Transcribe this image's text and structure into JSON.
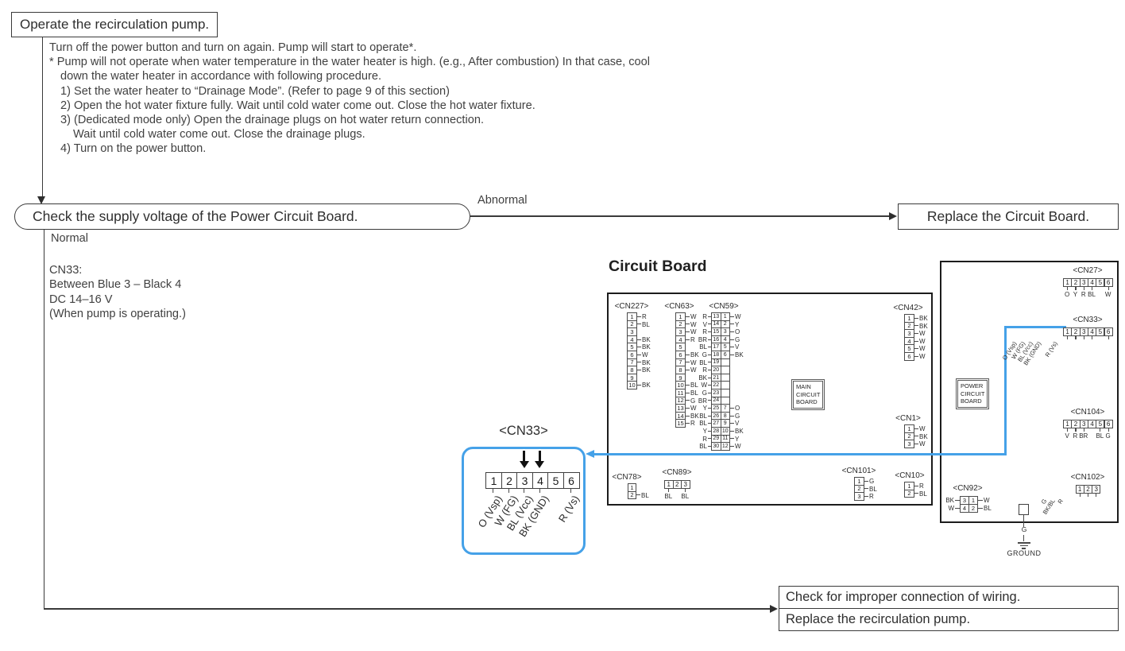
{
  "colors": {
    "accent_blue": "#45A1E8",
    "ink": "#3A3A3A"
  },
  "flowchart": {
    "start_box": "Operate the recirculation pump.",
    "procedure_lines": [
      {
        "indent": 0,
        "text": "Turn off the power button and turn on again. Pump will start to operate*."
      },
      {
        "indent": 0,
        "text": "* Pump will not operate when water temperature in the water heater is high. (e.g., After combustion) In that case, cool"
      },
      {
        "indent": 1,
        "text": "down the water heater in accordance with following procedure."
      },
      {
        "indent": 1,
        "text": "1) Set the water heater to “Drainage Mode”. (Refer to page 9 of this section)"
      },
      {
        "indent": 1,
        "text": "2) Open the hot water fixture fully. Wait until cold water come out. Close the hot water fixture."
      },
      {
        "indent": 1,
        "text": "3) (Dedicated mode only) Open the drainage plugs on hot water return connection."
      },
      {
        "indent": 2,
        "text": "Wait until cold water come out. Close the drainage plugs."
      },
      {
        "indent": 1,
        "text": "4) Turn on the power button."
      }
    ],
    "decision_box": "Check the supply voltage of the Power Circuit Board.",
    "abnormal_label": "Abnormal",
    "abnormal_result_box": "Replace the Circuit Board.",
    "normal_label": "Normal",
    "voltage_note_lines": [
      "CN33:",
      "Between Blue 3 – Black 4",
      "DC 14–16 V",
      "(When pump is operating.)"
    ],
    "normal_result_boxes": [
      "Check for improper connection of wiring.",
      "Replace the recirculation pump."
    ]
  },
  "diagram": {
    "title": "Circuit Board",
    "main_board_label": [
      "MAIN",
      "CIRCUIT",
      "BOARD"
    ],
    "power_board_label": [
      "POWER",
      "CIRCUIT",
      "BOARD"
    ],
    "ground": {
      "pin_label": "G",
      "label": "GROUND"
    },
    "cn33_detail": {
      "title": "<CN33>",
      "pin_numbers": [
        "1",
        "2",
        "3",
        "4",
        "5",
        "6"
      ],
      "pin_labels": [
        "O (Vsp)",
        "W (FG)",
        "BL (Vcc)",
        "BK (GND)",
        "",
        "R (Vs)"
      ],
      "highlight_pins": [
        3,
        4
      ]
    },
    "connectors": [
      {
        "id": "cn227",
        "name": "<CN227>",
        "type": "vcol",
        "board": "main",
        "pins": [
          [
            "1",
            "R"
          ],
          [
            "2",
            "BL"
          ],
          [
            "3",
            ""
          ],
          [
            "4",
            "BK"
          ],
          [
            "5",
            "BK"
          ],
          [
            "6",
            "W"
          ],
          [
            "7",
            "BK"
          ],
          [
            "8",
            "BK"
          ],
          [
            "9",
            ""
          ],
          [
            "10",
            "BK"
          ]
        ]
      },
      {
        "id": "cn63",
        "name": "<CN63>",
        "type": "vcol",
        "board": "main",
        "pins": [
          [
            "1",
            "W"
          ],
          [
            "2",
            "W"
          ],
          [
            "3",
            "W"
          ],
          [
            "4",
            "R"
          ],
          [
            "5",
            ""
          ],
          [
            "6",
            "BK"
          ],
          [
            "7",
            "W"
          ],
          [
            "8",
            "W"
          ],
          [
            "9",
            ""
          ],
          [
            "10",
            "BL"
          ],
          [
            "11",
            "BL"
          ],
          [
            "12",
            "G"
          ],
          [
            "13",
            "W"
          ],
          [
            "14",
            "BK"
          ],
          [
            "15",
            "R"
          ]
        ]
      },
      {
        "id": "cn59",
        "name": "<CN59>",
        "type": "dual",
        "board": "main",
        "rows": [
          [
            "R",
            "13",
            "1",
            "W"
          ],
          [
            "V",
            "14",
            "2",
            "Y"
          ],
          [
            "R",
            "15",
            "3",
            "O"
          ],
          [
            "BR",
            "16",
            "4",
            "G"
          ],
          [
            "BL",
            "17",
            "5",
            "V"
          ],
          [
            "G",
            "18",
            "6",
            "BK"
          ],
          [
            "BL",
            "19",
            "",
            ""
          ],
          [
            "R",
            "20",
            "",
            ""
          ],
          [
            "BK",
            "21",
            "",
            ""
          ],
          [
            "W",
            "22",
            "",
            ""
          ],
          [
            "G",
            "23",
            "",
            ""
          ],
          [
            "BR",
            "24",
            "",
            ""
          ],
          [
            "Y",
            "25",
            "7",
            "O"
          ],
          [
            "BL",
            "26",
            "8",
            "G"
          ],
          [
            "BL",
            "27",
            "9",
            "V"
          ],
          [
            "Y",
            "28",
            "10",
            "BK"
          ],
          [
            "R",
            "29",
            "11",
            "Y"
          ],
          [
            "BL",
            "30",
            "12",
            "W"
          ]
        ]
      },
      {
        "id": "cn42",
        "name": "<CN42>",
        "type": "vcol",
        "board": "main",
        "pins": [
          [
            "1",
            "BK"
          ],
          [
            "2",
            "BK"
          ],
          [
            "3",
            "W"
          ],
          [
            "4",
            "W"
          ],
          [
            "5",
            "W"
          ],
          [
            "6",
            "W"
          ]
        ]
      },
      {
        "id": "cn1",
        "name": "<CN1>",
        "type": "vcol",
        "board": "main",
        "pins": [
          [
            "1",
            "W"
          ],
          [
            "2",
            "BK"
          ],
          [
            "3",
            "W"
          ]
        ]
      },
      {
        "id": "cn101",
        "name": "<CN101>",
        "type": "vcol",
        "board": "main",
        "pins": [
          [
            "1",
            "G"
          ],
          [
            "2",
            "BL"
          ],
          [
            "3",
            "R"
          ]
        ]
      },
      {
        "id": "cn10",
        "name": "<CN10>",
        "type": "vcol",
        "board": "main",
        "pins": [
          [
            "1",
            "R"
          ],
          [
            "2",
            "BL"
          ]
        ]
      },
      {
        "id": "cn78",
        "name": "<CN78>",
        "type": "vcol",
        "board": "main",
        "pins": [
          [
            "1",
            ""
          ],
          [
            "2",
            "BL"
          ]
        ]
      },
      {
        "id": "cn89",
        "name": "<CN89>",
        "type": "hrow",
        "board": "main",
        "pins": [
          "1",
          "2",
          "3"
        ],
        "labels": [
          "BL",
          "",
          "BL"
        ],
        "angled": false
      },
      {
        "id": "cn27",
        "name": "<CN27>",
        "type": "hrow",
        "board": "power",
        "pins": [
          "1",
          "2",
          "3",
          "4",
          "5",
          "6"
        ],
        "labels": [
          "O",
          "Y",
          "R",
          "BL",
          "",
          "W"
        ],
        "angled": false
      },
      {
        "id": "cn33p",
        "name": "<CN33>",
        "type": "hrow",
        "board": "power",
        "pins": [
          "1",
          "2",
          "3",
          "4",
          "5",
          "6"
        ],
        "labels": [
          "O (Vsp)",
          "W (FG)",
          "BL (Vcc)",
          "BK (GND)",
          "",
          "R (Vs)"
        ],
        "angled": true
      },
      {
        "id": "cn104",
        "name": "<CN104>",
        "type": "hrow",
        "board": "power",
        "pins": [
          "1",
          "2",
          "3",
          "4",
          "5",
          "6"
        ],
        "labels": [
          "V",
          "R",
          "BR",
          "",
          "BL",
          "G"
        ],
        "angled": false
      },
      {
        "id": "cn102",
        "name": "<CN102>",
        "type": "hrow",
        "board": "power",
        "pins": [
          "1",
          "2",
          "3"
        ],
        "labels": [
          "G",
          "BK/BL",
          "R"
        ],
        "angled": true
      },
      {
        "id": "cn92",
        "name": "<CN92>",
        "type": "quad",
        "board": "power",
        "rows": [
          [
            "BK",
            "3",
            "1",
            "W"
          ],
          [
            "W",
            "4",
            "2",
            "BL"
          ]
        ]
      }
    ]
  }
}
